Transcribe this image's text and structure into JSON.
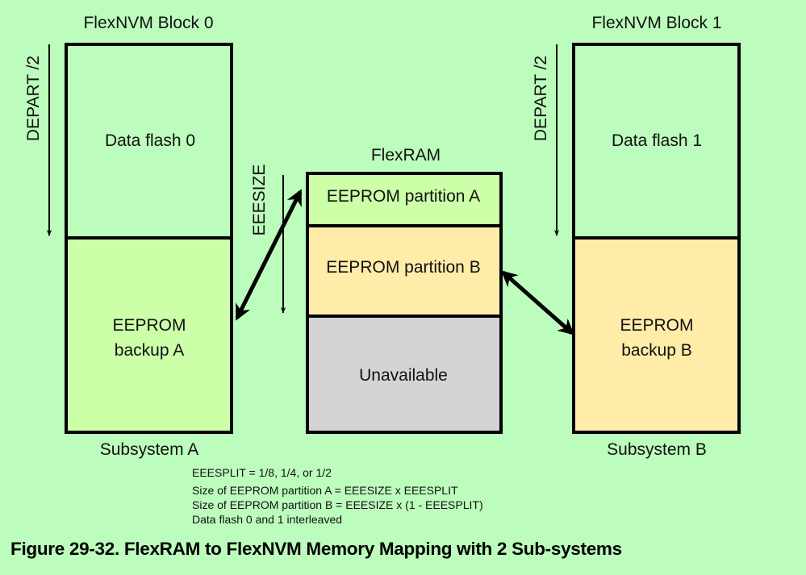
{
  "colors": {
    "background": "#bcfcbc",
    "data_flash": "#bcfcbc",
    "eeprom_a": "#ccffa8",
    "eeprom_b": "#ffeca8",
    "unavailable": "#d4d4d4",
    "stroke": "#000000"
  },
  "block0": {
    "title": "FlexNVM Block 0",
    "depart_label": "DEPART /2",
    "data_flash_label": "Data flash 0",
    "backup_label_line1": "EEPROM",
    "backup_label_line2": "backup A",
    "subsystem_label": "Subsystem A"
  },
  "flexram": {
    "title": "FlexRAM",
    "eeesize_label": "EEESIZE",
    "partition_a_label": "EEPROM partition A",
    "partition_b_label": "EEPROM partition B",
    "unavailable_label": "Unavailable"
  },
  "block1": {
    "title": "FlexNVM Block 1",
    "depart_label": "DEPART /2",
    "data_flash_label": "Data flash 1",
    "backup_label_line1": "EEPROM",
    "backup_label_line2": "backup B",
    "subsystem_label": "Subsystem B"
  },
  "notes": [
    "EEESPLIT = 1/8, 1/4, or 1/2",
    "Size of EEPROM partition A = EEESIZE x EEESPLIT",
    "Size of EEPROM partition B = EEESIZE x (1 - EEESPLIT)",
    "Data flash 0 and 1 interleaved"
  ],
  "caption": "Figure 29-32. FlexRAM to FlexNVM Memory Mapping with 2 Sub-systems"
}
